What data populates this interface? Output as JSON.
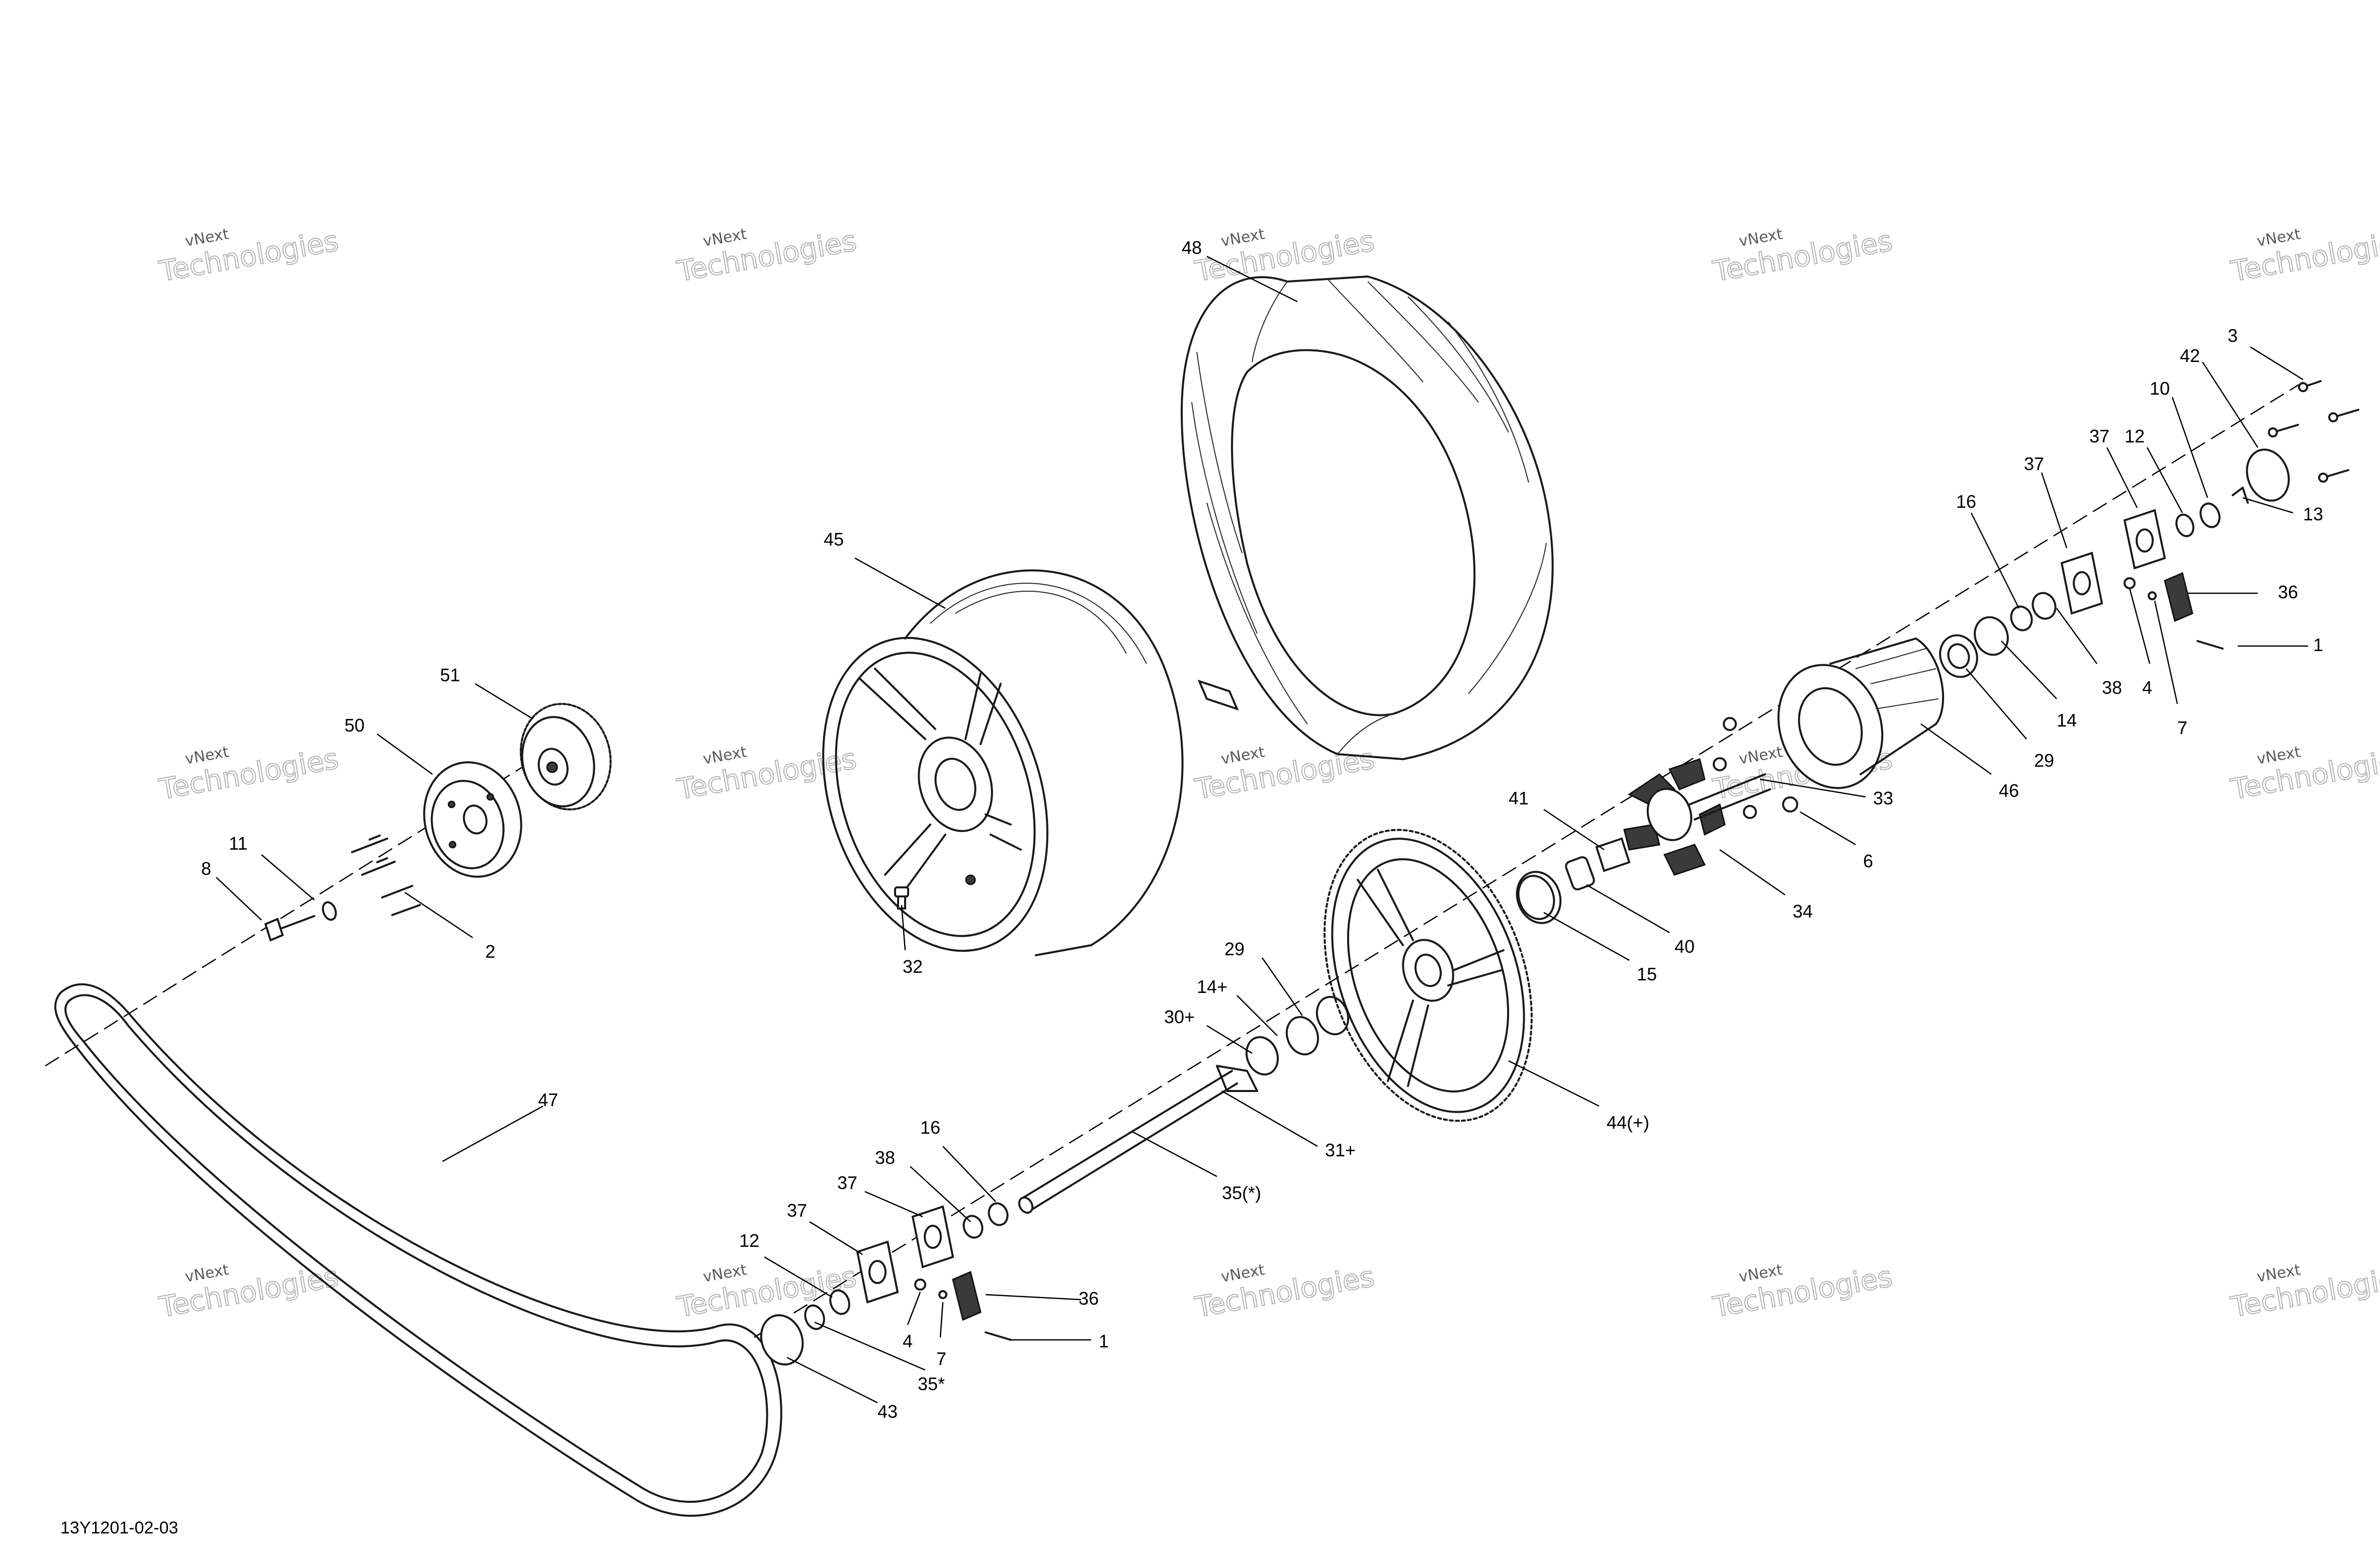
{
  "diagram": {
    "reference": "13Y1201-02-03",
    "watermark": {
      "line1": "vNext",
      "line2": "Technologies"
    },
    "callouts": [
      {
        "id": "c48",
        "label": "48"
      },
      {
        "id": "c45",
        "label": "45"
      },
      {
        "id": "c51",
        "label": "51"
      },
      {
        "id": "c50",
        "label": "50"
      },
      {
        "id": "c11",
        "label": "11"
      },
      {
        "id": "c8",
        "label": "8"
      },
      {
        "id": "c2",
        "label": "2"
      },
      {
        "id": "c32",
        "label": "32"
      },
      {
        "id": "c47",
        "label": "47"
      },
      {
        "id": "c3",
        "label": "3"
      },
      {
        "id": "c42",
        "label": "42"
      },
      {
        "id": "c10",
        "label": "10"
      },
      {
        "id": "c12a",
        "label": "12"
      },
      {
        "id": "c37a",
        "label": "37"
      },
      {
        "id": "c37b",
        "label": "37"
      },
      {
        "id": "c16a",
        "label": "16"
      },
      {
        "id": "c13",
        "label": "13"
      },
      {
        "id": "c36a",
        "label": "36"
      },
      {
        "id": "c1a",
        "label": "1"
      },
      {
        "id": "c38a",
        "label": "38"
      },
      {
        "id": "c4a",
        "label": "4"
      },
      {
        "id": "c7a",
        "label": "7"
      },
      {
        "id": "c14",
        "label": "14"
      },
      {
        "id": "c29a",
        "label": "29"
      },
      {
        "id": "c46",
        "label": "46"
      },
      {
        "id": "c33",
        "label": "33"
      },
      {
        "id": "c6",
        "label": "6"
      },
      {
        "id": "c34",
        "label": "34"
      },
      {
        "id": "c41",
        "label": "41"
      },
      {
        "id": "c40",
        "label": "40"
      },
      {
        "id": "c15",
        "label": "15"
      },
      {
        "id": "c44",
        "label": "44(+)"
      },
      {
        "id": "c29b",
        "label": "29"
      },
      {
        "id": "c14p",
        "label": "14+"
      },
      {
        "id": "c30p",
        "label": "30+"
      },
      {
        "id": "c31p",
        "label": "31+"
      },
      {
        "id": "c35",
        "label": "35(*)"
      },
      {
        "id": "c16b",
        "label": "16"
      },
      {
        "id": "c38b",
        "label": "38"
      },
      {
        "id": "c37c",
        "label": "37"
      },
      {
        "id": "c37d",
        "label": "37"
      },
      {
        "id": "c12b",
        "label": "12"
      },
      {
        "id": "c36b",
        "label": "36"
      },
      {
        "id": "c1b",
        "label": "1"
      },
      {
        "id": "c4b",
        "label": "4"
      },
      {
        "id": "c7b",
        "label": "7"
      },
      {
        "id": "c35s",
        "label": "35*"
      },
      {
        "id": "c43",
        "label": "43"
      }
    ]
  }
}
